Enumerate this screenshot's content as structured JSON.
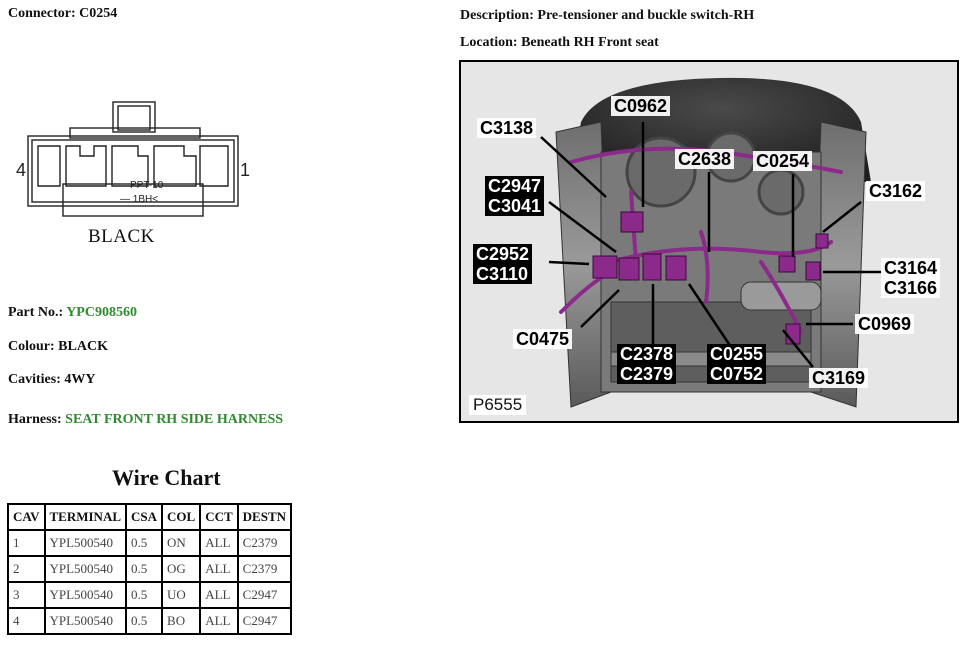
{
  "connector": {
    "label": "Connector:",
    "value": "C0254",
    "pin_left": "4",
    "pin_right": "1",
    "face_text_1": "PPT-10",
    "face_text_2": "— 1BH<",
    "colour_text": "BLACK"
  },
  "description": {
    "label": "Description:",
    "value": "Pre-tensioner and buckle switch-RH"
  },
  "location": {
    "label": "Location:",
    "value": "Beneath RH Front seat"
  },
  "part_no": {
    "label": "Part No.:",
    "value": "YPC908560"
  },
  "colour": {
    "label": "Colour:",
    "value": "BLACK"
  },
  "cavities": {
    "label": "Cavities:",
    "value": "4WY"
  },
  "harness": {
    "label": "Harness:",
    "value": "SEAT FRONT RH SIDE HARNESS"
  },
  "colors": {
    "link_green": "#2e8b2e",
    "harness_purple": "#8b2a8b"
  },
  "wire_chart": {
    "title": "Wire Chart",
    "headers": [
      "CAV",
      "TERMINAL",
      "CSA",
      "COL",
      "CCT",
      "DESTN"
    ],
    "rows": [
      [
        "1",
        "YPL500540",
        "0.5",
        "ON",
        "ALL",
        "C2379"
      ],
      [
        "2",
        "YPL500540",
        "0.5",
        "OG",
        "ALL",
        "C2379"
      ],
      [
        "3",
        "YPL500540",
        "0.5",
        "UO",
        "ALL",
        "C2947"
      ],
      [
        "4",
        "YPL500540",
        "0.5",
        "BO",
        "ALL",
        "C2947"
      ]
    ]
  },
  "image": {
    "ref": "P6555",
    "callouts": {
      "c3138": [
        "C3138"
      ],
      "c0962": [
        "C0962"
      ],
      "c2638": [
        "C2638"
      ],
      "c0254": [
        "C0254"
      ],
      "c3162": [
        "C3162"
      ],
      "c2947": [
        "C2947",
        "C3041"
      ],
      "c2952": [
        "C2952",
        "C3110"
      ],
      "c3164": [
        "C3164",
        "C3166"
      ],
      "c0969": [
        "C0969"
      ],
      "c0475": [
        "C0475"
      ],
      "c2378": [
        "C2378",
        "C2379"
      ],
      "c0255": [
        "C0255",
        "C0752"
      ],
      "c3169": [
        "C3169"
      ]
    }
  }
}
